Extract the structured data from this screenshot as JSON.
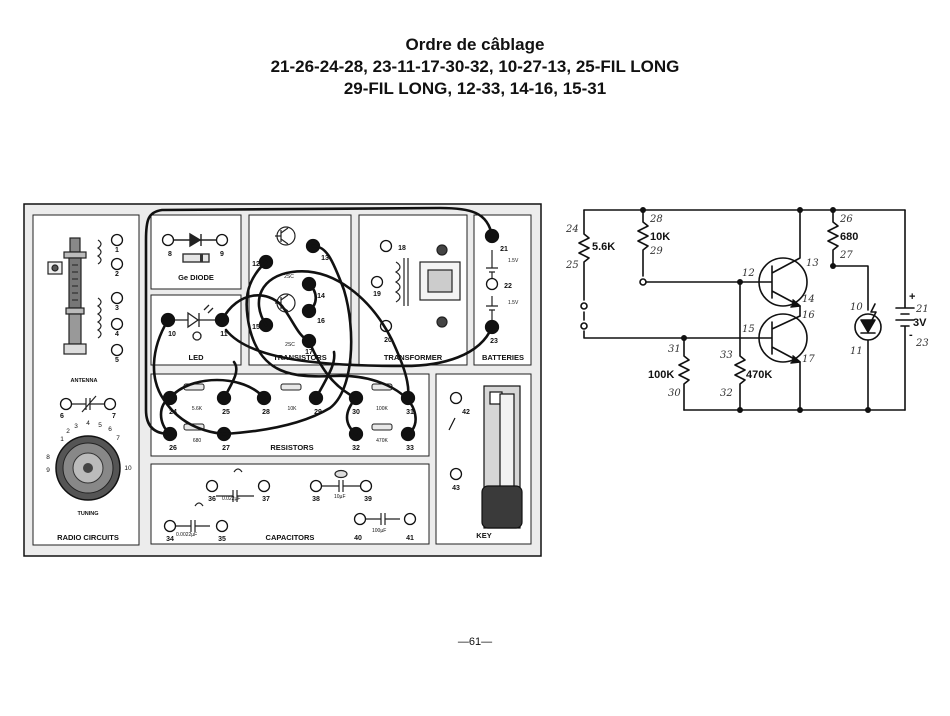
{
  "page": {
    "title": "Ordre de câblage",
    "wiring_lines": [
      "21-26-24-28, 23-11-17-30-32, 10-27-13, 25-FIL LONG",
      "29-FIL LONG, 12-33, 14-16, 15-31"
    ],
    "page_number": "—61—"
  },
  "board": {
    "sections": {
      "radio": "RADIO CIRCUITS",
      "antenna": "ANTENNA",
      "tuning": "TUNING",
      "diode": "Ge DIODE",
      "led": "LED",
      "transistors": "TRANSISTORS",
      "transformer": "TRANSFORMER",
      "batteries": "BATTERIES",
      "resistors": "RESISTORS",
      "capacitors": "CAPACITORS",
      "key": "KEY"
    },
    "small_labels": {
      "tr1": "2SC",
      "tr2": "2SC",
      "bat1": "1.5V",
      "bat2": "1.5V",
      "r56": "5.6K",
      "r10k": "10K",
      "r100k": "100K",
      "r680": "680",
      "r470k": "470K",
      "c0022": "0.022µF",
      "c00022": "0.0022µF",
      "c10": "10µF",
      "c100": "100µF"
    },
    "terminals": {
      "t1": "1",
      "t2": "2",
      "t3": "3",
      "t4": "4",
      "t5": "5",
      "t6": "6",
      "t7": "7",
      "t8": "8",
      "t9": "9",
      "t10": "10",
      "t11": "11",
      "t12": "12",
      "t13": "13",
      "t14": "14",
      "t15": "15",
      "t16": "16",
      "t17": "17",
      "t18": "18",
      "t19": "19",
      "t20": "20",
      "t21": "21",
      "t22": "22",
      "t23": "23",
      "t24": "24",
      "t25": "25",
      "t26": "26",
      "t27": "27",
      "t28": "28",
      "t29": "29",
      "t30": "30",
      "t31": "31",
      "t32": "32",
      "t33": "33",
      "t34": "34",
      "t35": "35",
      "t36": "36",
      "t37": "37",
      "t38": "38",
      "t39": "39",
      "t40": "40",
      "t41": "41",
      "t42": "42",
      "t43": "43"
    },
    "dial": {
      "d1": "1",
      "d2": "2",
      "d3": "3",
      "d4": "4",
      "d5": "5",
      "d6": "6",
      "d7": "7",
      "d8": "8",
      "d9": "9",
      "d10": "10"
    }
  },
  "schematic": {
    "resistors": {
      "r1": "5.6K",
      "r2": "10K",
      "r3": "680",
      "r4": "100K",
      "r5": "470K"
    },
    "battery": "3V",
    "nodes": {
      "n24": "24",
      "n25": "25",
      "n28": "28",
      "n29": "29",
      "n26": "26",
      "n27": "27",
      "n12": "12",
      "n13": "13",
      "n14": "14",
      "n15": "15",
      "n16": "16",
      "n17": "17",
      "n10": "10",
      "n11": "11",
      "n21": "21",
      "n23": "23",
      "n31": "31",
      "n30": "30",
      "n33": "33",
      "n32": "32"
    },
    "polarity": {
      "plus": "+",
      "minus": "-"
    }
  }
}
